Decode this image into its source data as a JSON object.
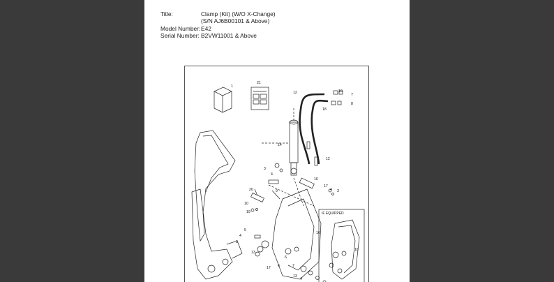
{
  "document": {
    "title_label": "Title:",
    "title_line1": "Clamp (Kit) (W/O X-Change)",
    "title_line2": "(S/N AJ6B00101 & Above)",
    "model_label": "Model Number:",
    "model_value": "E42",
    "serial_label": "Serial Number:",
    "serial_value": "B2VW11001 & Above"
  },
  "drawing": {
    "callouts": [
      "1",
      "21",
      "12",
      "10",
      "7",
      "8",
      "18",
      "14",
      "12",
      "3",
      "4",
      "20",
      "9",
      "10",
      "19",
      "16",
      "17",
      "4",
      "3",
      "5",
      "4",
      "2",
      "13",
      "6",
      "16",
      "17",
      "6",
      "7",
      "13",
      "4",
      "16"
    ],
    "inset_label": "IF EQUIPPED"
  }
}
